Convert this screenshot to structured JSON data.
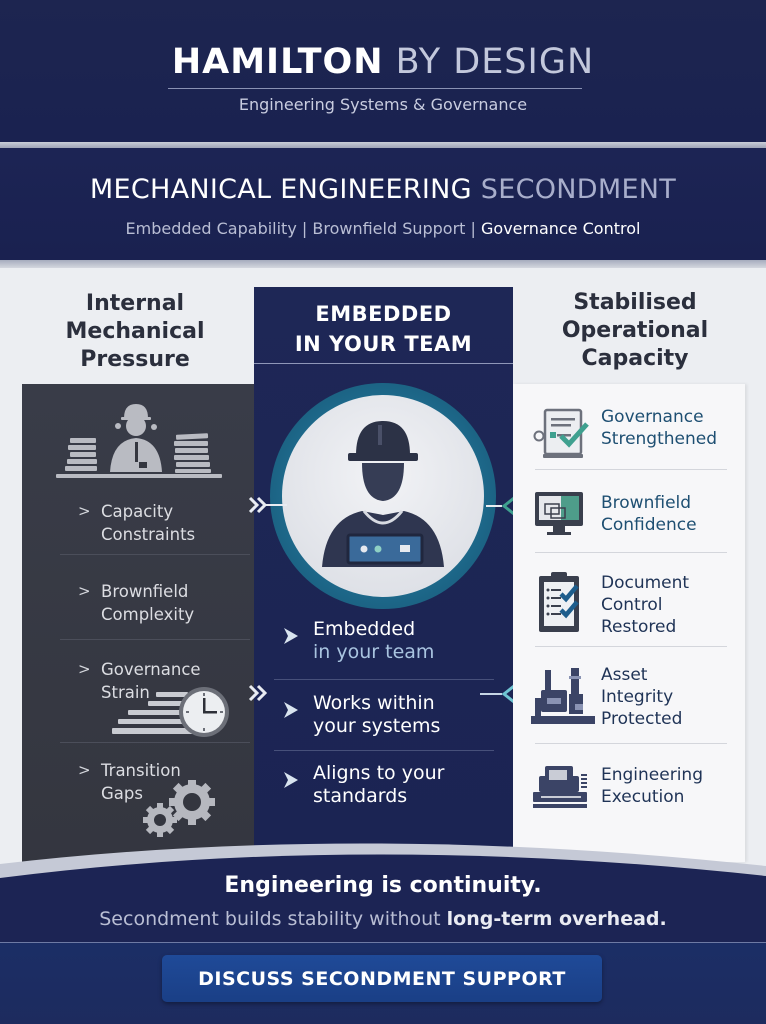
{
  "header": {
    "brand_bold": "HAMILTON",
    "brand_light": " BY DESIGN",
    "tagline": "Engineering Systems & Governance"
  },
  "title_band": {
    "title_main": "MECHANICAL ENGINEERING ",
    "title_accent": "SECONDMENT",
    "subtitle_part1": "Embedded Capability | Brownfield Support | ",
    "subtitle_part2": "Governance Control"
  },
  "left_column": {
    "heading": [
      "Internal",
      "Mechanical",
      "Pressure"
    ],
    "icon": "stressed-engineer-icon",
    "items": [
      {
        "line1": "Capacity",
        "line2": "Constraints",
        "icon": null
      },
      {
        "line1": "Brownfield",
        "line2": "Complexity",
        "icon": null
      },
      {
        "line1": "Governance",
        "line2": "Strain",
        "icon": "clock-paperwork-icon"
      },
      {
        "line1": "Transition",
        "line2": "Gaps",
        "icon": "gears-icon"
      }
    ]
  },
  "center_column": {
    "heading_line1": "EMBEDDED",
    "heading_line2": "IN YOUR TEAM",
    "icon": "engineer-with-laptop-icon",
    "items": [
      {
        "line1": "Embedded",
        "line2": "in your team"
      },
      {
        "line1": "Works within",
        "line2": "your systems"
      },
      {
        "line1": "Aligns to your",
        "line2": "standards"
      }
    ]
  },
  "right_column": {
    "heading": [
      "Stabilised",
      "Operational",
      "Capacity"
    ],
    "items": [
      {
        "lines": [
          "Governance",
          "Strengthened"
        ],
        "icon": "document-check-icon"
      },
      {
        "lines": [
          "Brownfield",
          "Confidence"
        ],
        "icon": "monitor-blueprint-icon"
      },
      {
        "lines": [
          "Document",
          "Control",
          "Restored"
        ],
        "icon": "clipboard-checklist-icon"
      },
      {
        "lines": [
          "Asset",
          "Integrity",
          "Protected"
        ],
        "icon": "industrial-plant-icon"
      },
      {
        "lines": [
          "Engineering",
          "Execution"
        ],
        "icon": "printer-workstation-icon"
      }
    ]
  },
  "footer": {
    "line1": "Engineering is continuity.",
    "line2_part1": "Secondment builds stability without ",
    "line2_part2": "long-term overhead.",
    "cta_label": "DISCUSS SECONDMENT SUPPORT"
  },
  "colors": {
    "navy": "#1c2454",
    "charcoal": "#373a45",
    "teal_ring": "#1e6a8c",
    "teal_accent": "#3fa08f",
    "cta_blue": "#1f4a98",
    "panel_light": "#f7f7f9"
  }
}
